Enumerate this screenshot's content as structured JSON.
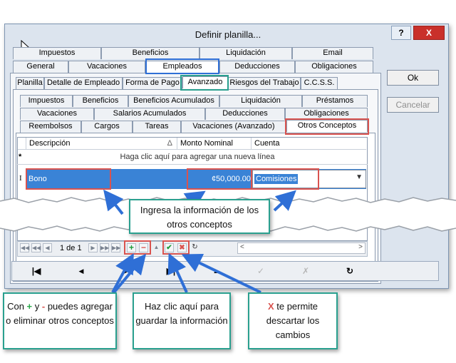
{
  "window": {
    "title": "Definir planilla...",
    "help_label": "?",
    "close_label": "X"
  },
  "side_buttons": {
    "ok": "Ok",
    "cancel": "Cancelar"
  },
  "tabs_row1": [
    "Impuestos",
    "Beneficios",
    "Liquidación",
    "Email"
  ],
  "tabs_row2": [
    "General",
    "Vacaciones",
    "Empleados",
    "Deducciones",
    "Obligaciones"
  ],
  "tabs_row3": [
    "Planilla",
    "Detalle de Empleado",
    "Forma de Pago",
    "Avanzado",
    "Riesgos del Trabajo",
    "C.C.S.S."
  ],
  "tabs_row4": [
    "Impuestos",
    "Beneficios",
    "Beneficios Acumulados",
    "Liquidación",
    "Préstamos"
  ],
  "tabs_row5": [
    "Vacaciones",
    "Salarios Acumulados",
    "Deducciones",
    "Obligaciones"
  ],
  "tabs_row6": [
    "Reembolsos",
    "Cargos",
    "Tareas",
    "Vacaciones (Avanzado)",
    "Otros Conceptos"
  ],
  "grid": {
    "columns": [
      "Descripción",
      "Monto Nominal",
      "Cuenta"
    ],
    "sort_indicator": "Δ",
    "new_row_marker": "*",
    "new_row_text": "Haga clic aquí para agregar una nueva línea",
    "row_marker": "I",
    "row": {
      "descripcion": "Bono",
      "monto": "¢50,000.00",
      "cuenta": "Comisiones"
    }
  },
  "pager": {
    "text": "1 de 1"
  },
  "callouts": {
    "main": "Ingresa la información de los otros conceptos",
    "addremove_pre": "Con ",
    "plus": "+",
    "addremove_mid": " y ",
    "minus": "-",
    "addremove_post": " puedes agregar o eliminar otros conceptos",
    "save": "Haz clic aquí para guardar la información",
    "x": "X",
    "discard_post": " te permite descartar los cambios"
  }
}
